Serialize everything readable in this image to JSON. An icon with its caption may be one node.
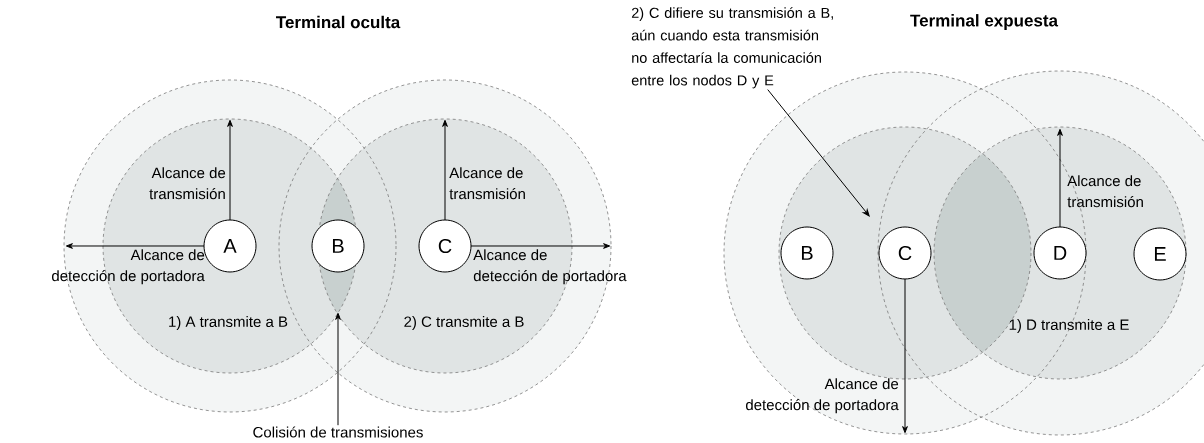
{
  "diagram": {
    "nodes": [
      {
        "text": [
          "A"
        ]
      },
      {
        "text": [
          "B"
        ]
      },
      {
        "text": [
          "C"
        ]
      },
      {
        "text": [
          "Colisión de transmisiones"
        ]
      },
      {
        "text": [
          "B"
        ]
      },
      {
        "text": [
          "C"
        ]
      },
      {
        "text": [
          "D"
        ]
      },
      {
        "text": [
          "E"
        ]
      },
      {
        "text": [
          "2) C difiere su transmisión a B, aún cuando esta transmisión no affectaría la comunicación entre los nodos D y E"
        ]
      }
    ],
    "edges": [
      {
        "from": 3,
        "to": null,
        "arrow": "to"
      },
      {
        "from": 8,
        "to": null,
        "arrow": "to"
      }
    ],
    "labels": [
      "Terminal oculta",
      "Terminal expuesta",
      "Alcance de transmisión",
      "Alcance de detección de portadora",
      "Alcance de transmisión",
      "Alcance de detección de portadora",
      "1) A transmite a B",
      "2) C transmite a B",
      "Alcance de transmisión",
      "1) D transmite a E",
      "Alcance de detección de portadora"
    ]
  }
}
